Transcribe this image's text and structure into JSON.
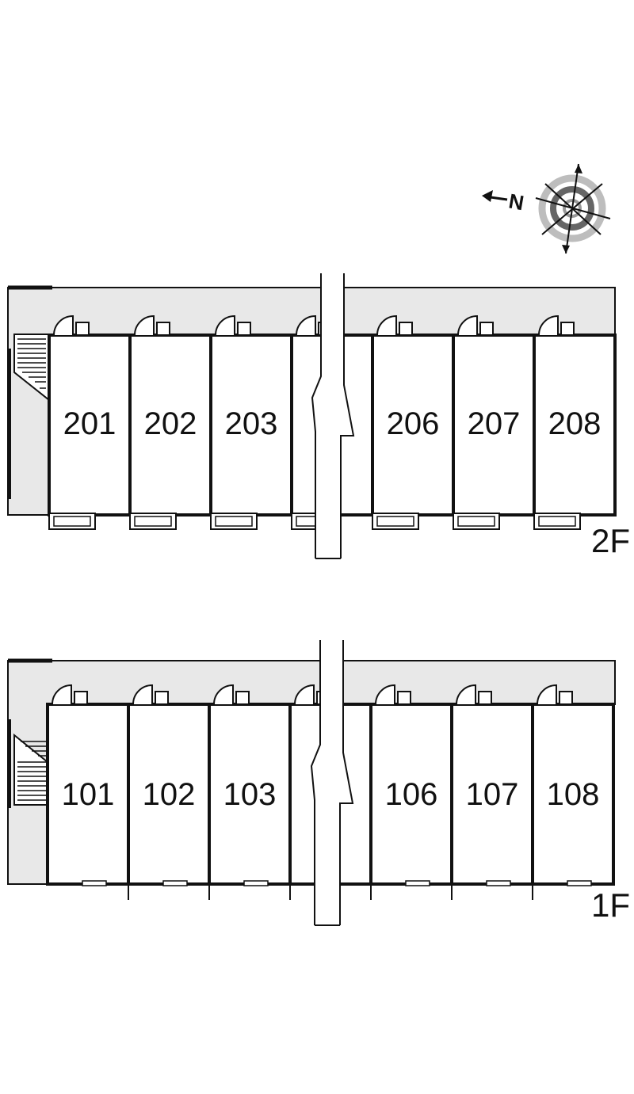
{
  "compass": {
    "north_label": "N"
  },
  "floors": [
    {
      "id": "2f",
      "label": "2F",
      "units": [
        "201",
        "202",
        "203",
        "",
        "206",
        "207",
        "208"
      ]
    },
    {
      "id": "1f",
      "label": "1F",
      "units": [
        "101",
        "102",
        "103",
        "",
        "106",
        "107",
        "108"
      ]
    }
  ],
  "colors": {
    "corridor": "#e8e8e8",
    "wall": "#111111",
    "background": "#ffffff"
  }
}
